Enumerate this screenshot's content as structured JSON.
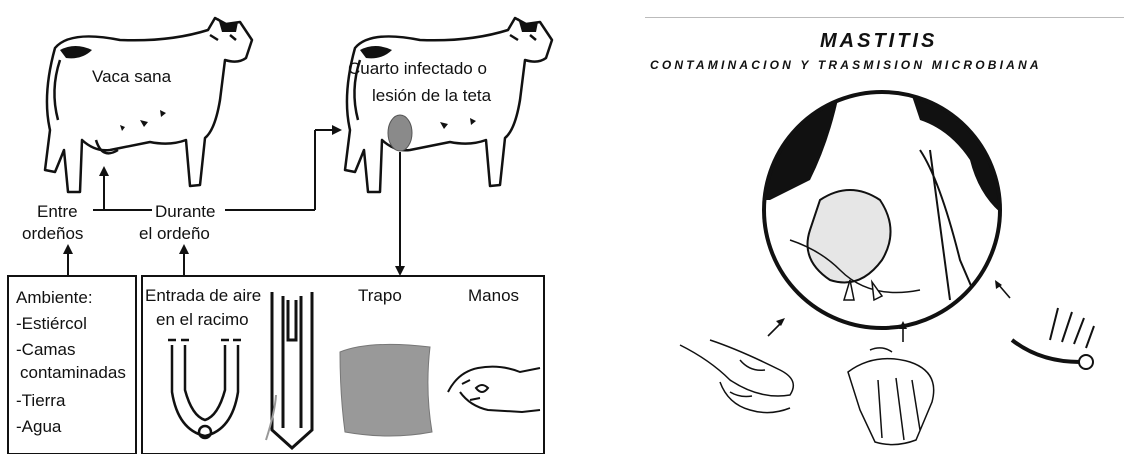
{
  "left_diagram": {
    "healthy_cow_label": "Vaca sana",
    "infected_cow_label_line1": "Cuarto infectado o",
    "infected_cow_label_line2": "lesión de la teta",
    "between_milkings_line1": "Entre",
    "between_milkings_line2": "ordeños",
    "during_milking_line1": "Durante",
    "during_milking_line2": "el ordeño",
    "environment_box": {
      "heading": "Ambiente:",
      "items": [
        "-Estiércol",
        "-Camas",
        "contaminadas",
        "-Tierra",
        "-Agua"
      ]
    },
    "milking_box": {
      "air_entry_line1": "Entrada de aire",
      "air_entry_line2": "en el racimo",
      "rag_label": "Trapo",
      "hands_label": "Manos"
    }
  },
  "right_diagram": {
    "title": "MASTITIS",
    "subtitle": "CONTAMINACION Y TRASMISION MICROBIANA"
  },
  "colors": {
    "ink": "#111111",
    "lesion_fill": "#8a8a8a",
    "rag_fill": "#999999",
    "udder_fill": "#e6e6e6"
  }
}
